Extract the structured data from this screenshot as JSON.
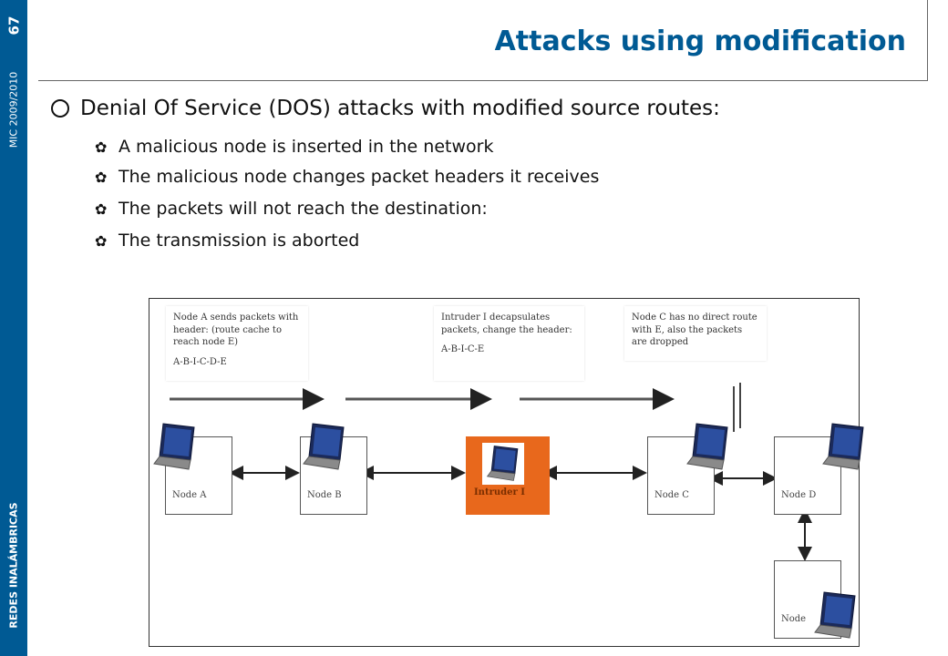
{
  "sidebar": {
    "page_number": "67",
    "course": "MIC 2009/2010",
    "brand": "REDES INALÁMBRICAS"
  },
  "title": "Attacks using modification",
  "main_bullet": "Denial Of Service (DOS) attacks with modified source routes:",
  "sub_bullets": [
    "A malicious node is inserted in the network",
    "The malicious node changes packet headers it receives",
    "The packets will not reach the destination:",
    "The transmission is aborted"
  ],
  "diagram": {
    "note_a": {
      "text": "Node A sends packets with header: (route cache to reach node E)",
      "route": "A-B-I-C-D-E"
    },
    "note_i": {
      "text": "Intruder I decapsulates packets, change the header:",
      "route": "A-B-I-C-E"
    },
    "note_c": {
      "text": "Node C has no direct route with E, also the packets are dropped"
    },
    "nodes": {
      "a": "Node A",
      "b": "Node B",
      "intruder": "Intruder I",
      "c": "Node C",
      "d": "Node D",
      "e": "Node"
    },
    "colors": {
      "intruder": "#e8681c",
      "accent": "#005a94"
    }
  }
}
